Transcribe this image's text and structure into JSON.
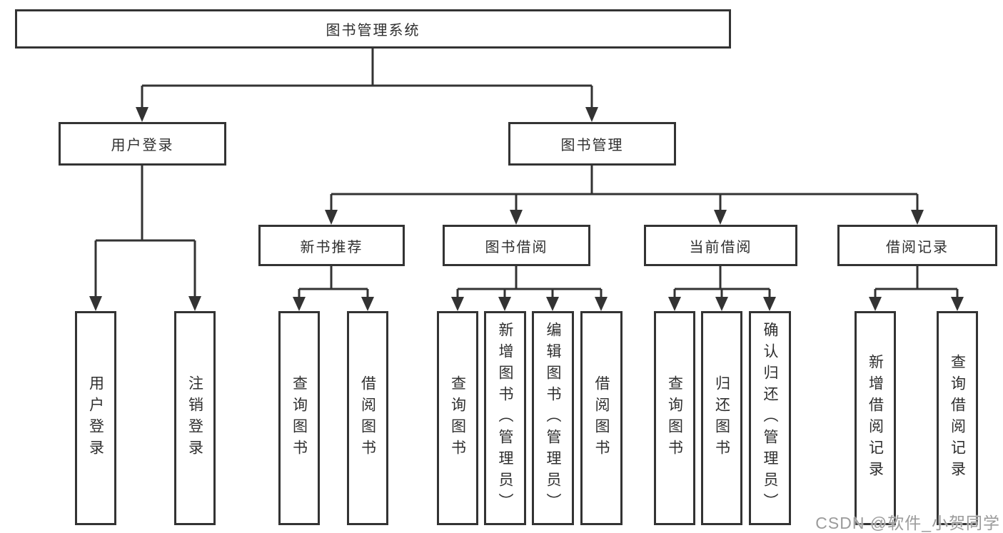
{
  "diagram": {
    "nodes": {
      "root": {
        "label": "图书管理系统"
      },
      "user_login": {
        "label": "用户登录"
      },
      "book_mgmt": {
        "label": "图书管理"
      },
      "new_book_rec": {
        "label": "新书推荐"
      },
      "book_borrow": {
        "label": "图书借阅"
      },
      "current_borrow": {
        "label": "当前借阅"
      },
      "borrow_records": {
        "label": "借阅记录"
      },
      "leaf_user_login": {
        "label": "用户登录"
      },
      "leaf_logout": {
        "label": "注销登录"
      },
      "leaf_query_books_1": {
        "label": "查询图书"
      },
      "leaf_borrow_books_1": {
        "label": "借阅图书"
      },
      "leaf_query_books_2": {
        "label": "查询图书"
      },
      "leaf_add_books": {
        "label": "新增图书（管理员）"
      },
      "leaf_edit_books": {
        "label": "编辑图书（管理员）"
      },
      "leaf_borrow_books_2": {
        "label": "借阅图书"
      },
      "leaf_query_books_3": {
        "label": "查询图书"
      },
      "leaf_return_books": {
        "label": "归还图书"
      },
      "leaf_confirm_return": {
        "label": "确认归还（管理员）"
      },
      "leaf_add_borrow_record": {
        "label": "新增借阅记录"
      },
      "leaf_query_borrow_record": {
        "label": "查询借阅记录"
      }
    },
    "hierarchy": {
      "图书管理系统": {
        "用户登录": [
          "用户登录",
          "注销登录"
        ],
        "图书管理": {
          "新书推荐": [
            "查询图书",
            "借阅图书"
          ],
          "图书借阅": [
            "查询图书",
            "新增图书（管理员）",
            "编辑图书（管理员）",
            "借阅图书"
          ],
          "当前借阅": [
            "查询图书",
            "归还图书",
            "确认归还（管理员）"
          ],
          "借阅记录": [
            "新增借阅记录",
            "查询借阅记录"
          ]
        }
      }
    },
    "colors": {
      "line": "#333333",
      "text": "#2f2f2f",
      "background": "#ffffff",
      "watermark": "#9b9b9b"
    }
  },
  "watermark": {
    "text": "CSDN @软件_小贺同学"
  }
}
